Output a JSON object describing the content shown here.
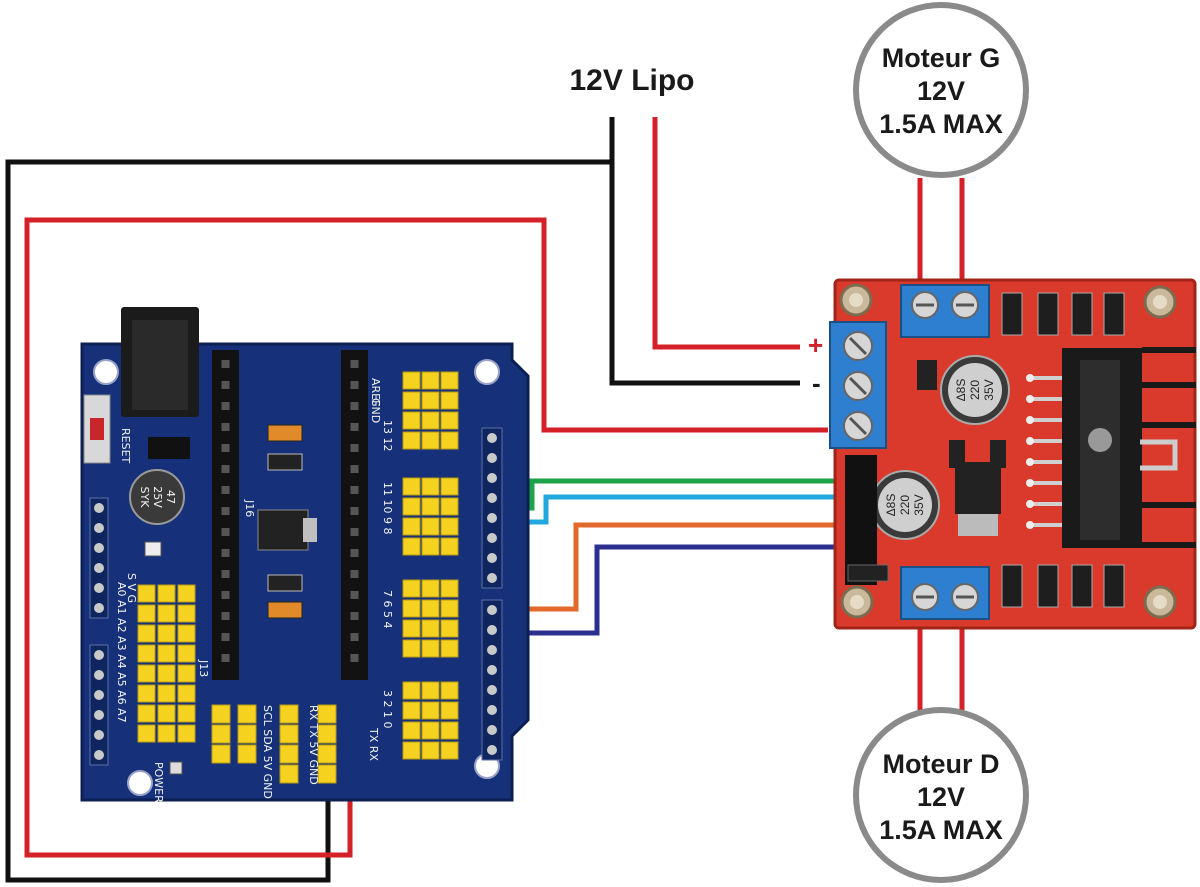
{
  "battery": {
    "label": "12V Lipo",
    "plus": "+",
    "minus": "-"
  },
  "motor_left": {
    "line1": "Moteur G",
    "line2": "12V",
    "line3": "1.5A MAX"
  },
  "motor_right": {
    "line1": "Moteur D",
    "line2": "12V",
    "line3": "1.5A MAX"
  },
  "shield": {
    "reset": "RESET",
    "power": "POWER",
    "analog_pins": "A0 A1 A2 A3 A4 A5 A6 A7",
    "svg_header": "S  V  G",
    "aref": "AREF",
    "gnd": "GND",
    "d13_12": "13 12",
    "d11_8": "11 10 9 8",
    "d7_4": "7 6 5 4",
    "d3_0": "3 2 1 0",
    "txrx": "TX RX",
    "uart": "RX TX 5V GND",
    "i2c": "SCL SDA 5V GND",
    "j16": "J16",
    "j13": "J13",
    "cap_main": [
      "47",
      "25V",
      "SYK"
    ]
  },
  "driver": {
    "cap1": [
      "Δ8S",
      "220",
      "35V"
    ],
    "cap2": [
      "Δ8S",
      "220",
      "35V"
    ]
  },
  "colors": {
    "wire_red": "#d42027",
    "wire_black": "#111111",
    "wire_green": "#1fa34a",
    "wire_cyan": "#20a8df",
    "wire_orange": "#e2692b",
    "wire_navy": "#2b2f8f",
    "shield_blue": "#16317a",
    "driver_red": "#d93a2b",
    "header_yellow": "#f4d21f",
    "terminal_blue": "#2f7fd0"
  }
}
